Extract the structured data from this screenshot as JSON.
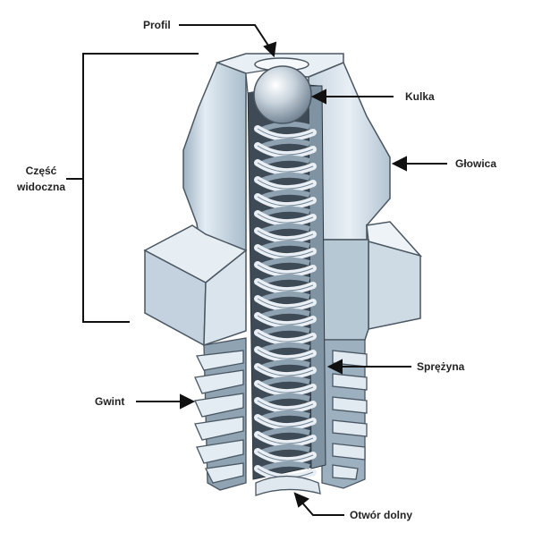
{
  "labels": {
    "profile": "Profil",
    "ball": "Kulka",
    "head": "Głowica",
    "visible_part_line1": "Część",
    "visible_part_line2": "widoczna",
    "spring": "Sprężyna",
    "thread": "Gwint",
    "bottom_hole": "Otwór dolny"
  },
  "colors": {
    "metal_light": "#dfe9f1",
    "metal_mid": "#b9c9d6",
    "metal_dark": "#7d92a3",
    "interior_dark": "#3e4b57",
    "spring": "#e6edf3",
    "outline": "#4a5661",
    "label": "#222222"
  }
}
